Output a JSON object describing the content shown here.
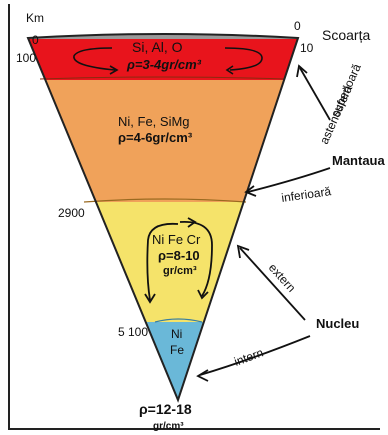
{
  "depth_scale": {
    "unit": "Km",
    "left_values": [
      "0",
      "100",
      "2900",
      "5 100"
    ],
    "right_values": [
      "0",
      "10"
    ]
  },
  "layers": {
    "crust": {
      "name": "Scoarța",
      "composition": "Si, Al, O",
      "density": "ρ=3-4gr/cm³",
      "color": "#e8141c"
    },
    "mantle_upper_lower": {
      "composition": "Ni, Fe, SiMg",
      "density": "ρ=4-6gr/cm³",
      "color": "#f0a25a"
    },
    "outer_core": {
      "composition": "Ni Fe Cr",
      "density": "ρ=8-10",
      "unit": "gr/cm³",
      "color": "#f5e36a"
    },
    "inner_core": {
      "composition_line1": "Ni",
      "composition_line2": "Fe",
      "color": "#6ab8d8"
    }
  },
  "labels": {
    "mantle": "Mantaua",
    "upper": "superioară",
    "astheno": "astenosferă",
    "lower": "inferioară",
    "nucleus": "Nucleu",
    "external": "extern",
    "internal": "intern"
  },
  "bottom": {
    "density": "ρ=12-18",
    "unit": "gr/cm³"
  }
}
